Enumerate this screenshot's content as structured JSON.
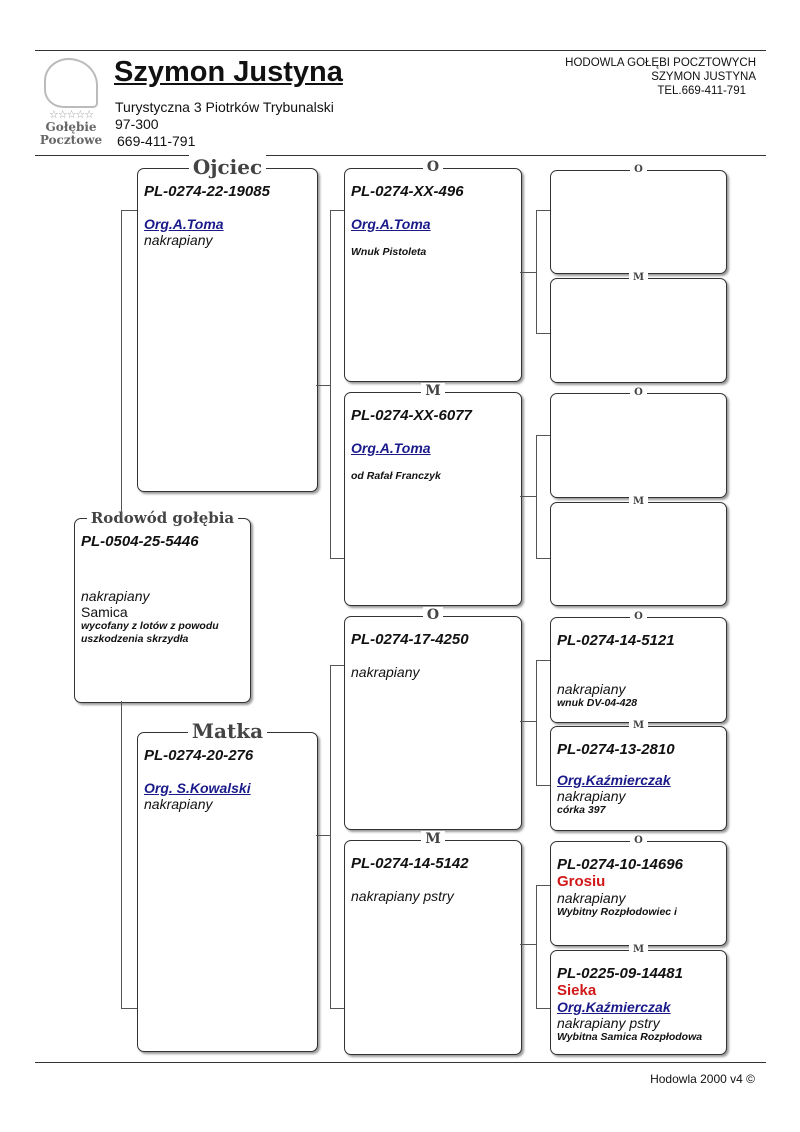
{
  "header": {
    "logo_text": [
      "☆☆☆☆☆",
      "Gołębie",
      "Pocztowe"
    ],
    "title": "Szymon Justyna",
    "address": "Turystyczna 3 Piotrków Trybunalski",
    "postcode": "97-300",
    "phone": "669-411-791",
    "right": [
      "HODOWLA GOŁĘBI POCZTOWYCH",
      "SZYMON JUSTYNA",
      "TEL.669-411-791"
    ]
  },
  "boxes": [
    {
      "id": "subject",
      "label": "Rodowód gołębia",
      "ring": "PL-0504-25-5446",
      "color": "nakrapiany",
      "sex": "Samica",
      "note": "wycofany z lotów z powodu uszkodzenia skrzydła"
    },
    {
      "id": "father",
      "label": "Ojciec",
      "ring": "PL-0274-22-19085",
      "org": "Org.A.Toma",
      "color": "nakrapiany"
    },
    {
      "id": "mother",
      "label": "Matka",
      "ring": "PL-0274-20-276",
      "org": "Org. S.Kowalski",
      "color": "nakrapiany"
    },
    {
      "id": "ff",
      "label": "O",
      "ring": "PL-0274-XX-496",
      "org": "Org.A.Toma",
      "note": "Wnuk Pistoleta"
    },
    {
      "id": "fm",
      "label": "M",
      "ring": "PL-0274-XX-6077",
      "org": "Org.A.Toma",
      "note": "od Rafał Franczyk"
    },
    {
      "id": "mf",
      "label": "O",
      "ring": "PL-0274-17-4250",
      "color": "nakrapiany"
    },
    {
      "id": "mm",
      "label": "M",
      "ring": "PL-0274-14-5142",
      "color": "nakrapiany pstry"
    },
    {
      "id": "fff",
      "label": "O"
    },
    {
      "id": "ffm",
      "label": "M"
    },
    {
      "id": "fmf",
      "label": "O"
    },
    {
      "id": "fmm",
      "label": "M"
    },
    {
      "id": "mff",
      "label": "O",
      "ring": "PL-0274-14-5121",
      "color": "nakrapiany",
      "note": "wnuk DV-04-428"
    },
    {
      "id": "mfm",
      "label": "M",
      "ring": "PL-0274-13-2810",
      "org": "Org.Kaźmierczak",
      "color": "nakrapiany",
      "note": "córka 397"
    },
    {
      "id": "mmf",
      "label": "O",
      "ring": "PL-0274-10-14696",
      "name": "Grosiu",
      "color": "nakrapiany",
      "note": "Wybitny Rozpłodowiec i"
    },
    {
      "id": "mmm",
      "label": "M",
      "ring": "PL-0225-09-14481",
      "name": "Sieka",
      "org": "Org.Kaźmierczak",
      "color": "nakrapiany pstry",
      "note": "Wybitna Samica Rozpłodowa"
    }
  ],
  "footer": "Hodowla 2000 v4 ©",
  "colors": {
    "name": "#d01818",
    "org": "#1a1a8a"
  }
}
